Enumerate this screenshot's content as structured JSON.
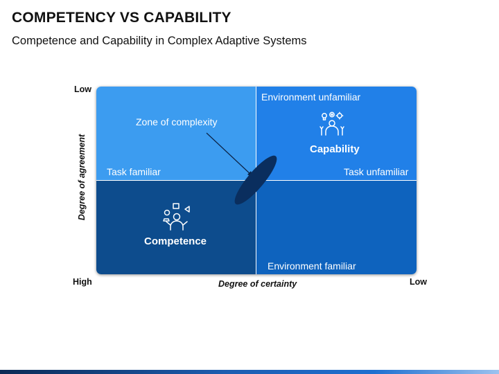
{
  "header": {
    "title": "COMPETENCY VS CAPABILITY",
    "subtitle": "Competence and Capability in Complex Adaptive Systems"
  },
  "axes": {
    "y_label": "Degree of agreement",
    "x_label": "Degree of certainty",
    "top_left": "Low",
    "bottom_left": "High",
    "bottom_right": "Low"
  },
  "quadrants": {
    "top_left": {
      "note": "Zone of complexity",
      "label": "Task familiar",
      "color": "#3c9cf0"
    },
    "top_right": {
      "label": "Environment unfamiliar",
      "title": "Capability",
      "side_label": "Task unfamiliar",
      "color": "#2180e8"
    },
    "bottom_left": {
      "title": "Competence",
      "color": "#0d4c8d"
    },
    "bottom_right": {
      "label": "Environment familiar",
      "color": "#0e63be"
    }
  },
  "colors": {
    "zone_ellipse": "#0a2e5e",
    "footer_accent": "#1d5db0"
  },
  "icons": {
    "capability": "person-with-bulb-gears-icon",
    "competence": "person-juggling-skills-icon"
  }
}
